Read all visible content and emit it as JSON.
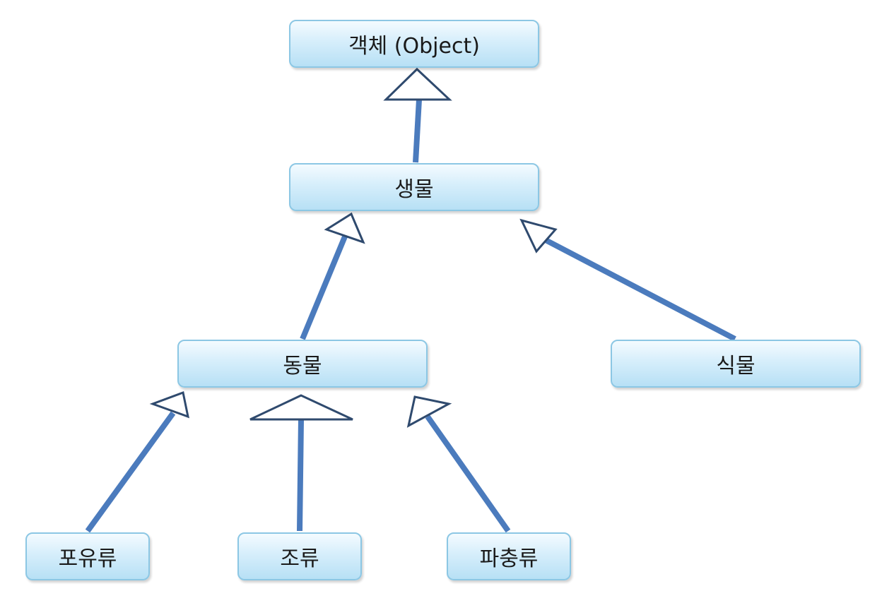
{
  "diagram": {
    "nodes": {
      "object": "객체 (Object)",
      "living": "생물",
      "animal": "동물",
      "plant": "식물",
      "mammal": "포유류",
      "bird": "조류",
      "reptile": "파충류"
    },
    "edges": [
      {
        "from": "living",
        "to": "object"
      },
      {
        "from": "animal",
        "to": "living"
      },
      {
        "from": "plant",
        "to": "living"
      },
      {
        "from": "mammal",
        "to": "animal"
      },
      {
        "from": "bird",
        "to": "animal"
      },
      {
        "from": "reptile",
        "to": "animal"
      }
    ],
    "colors": {
      "edge": "#4b7bbd",
      "arrowhead_stroke": "#2f4a6e",
      "arrowhead_fill": "#ffffff",
      "node_border": "#8cc7e4",
      "node_fill_top": "#f4fbff",
      "node_fill_bottom": "#b7e0f5"
    }
  }
}
